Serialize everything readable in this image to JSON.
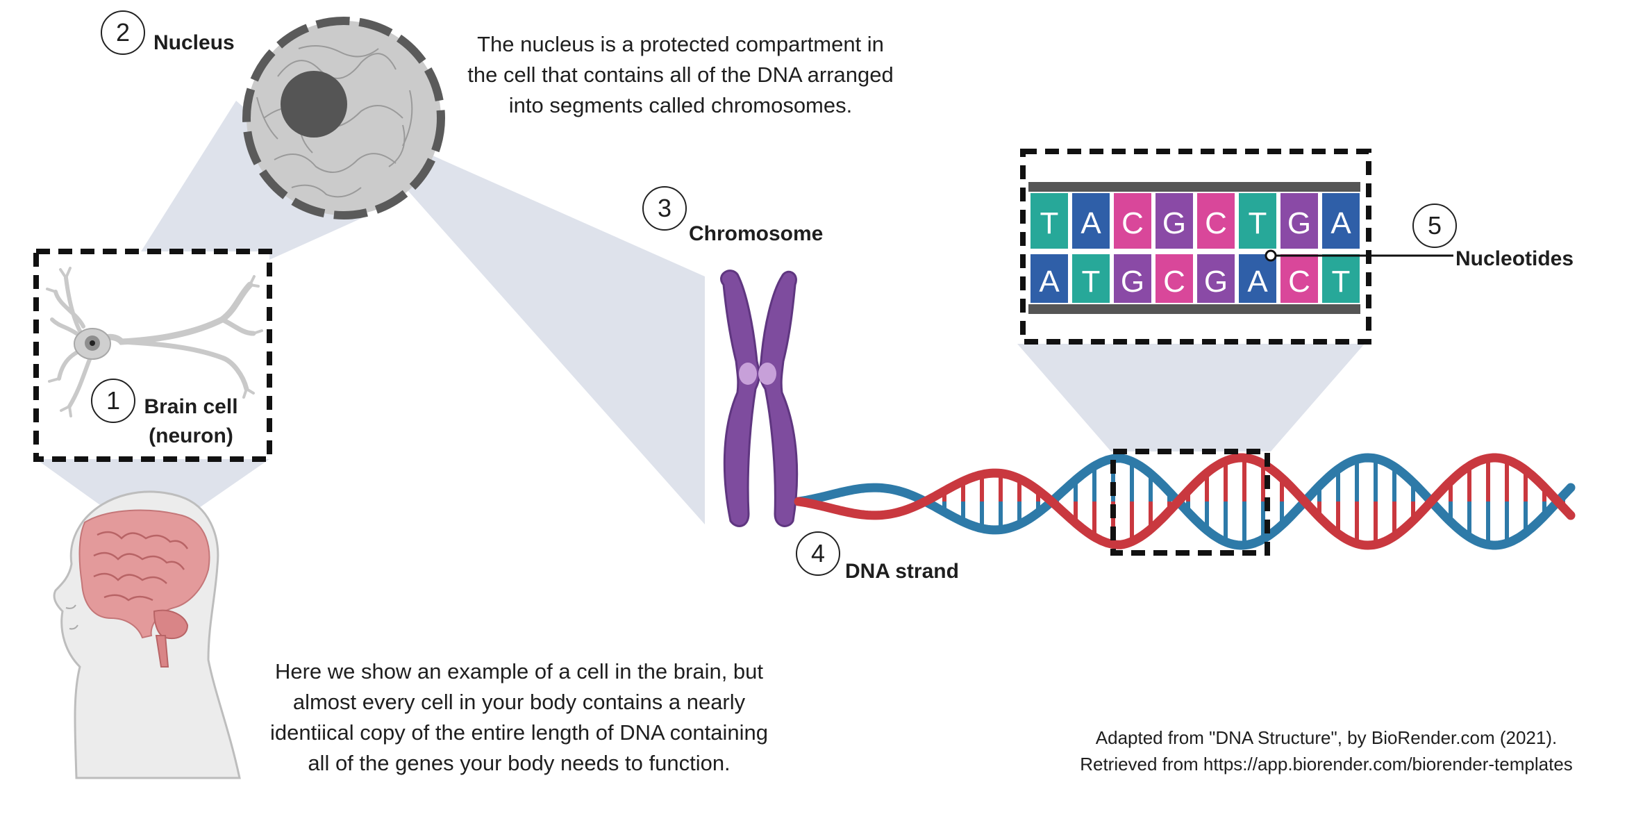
{
  "labels": {
    "step1": {
      "number": "1",
      "title_line1": "Brain cell",
      "title_line2": "(neuron)"
    },
    "step2": {
      "number": "2",
      "title": "Nucleus"
    },
    "step3": {
      "number": "3",
      "title": "Chromosome"
    },
    "step4": {
      "number": "4",
      "title": "DNA strand"
    },
    "step5": {
      "number": "5",
      "title": "Nucleotides"
    }
  },
  "nucleus_description": {
    "line1": "The nucleus is a protected  compartment in",
    "line2": "the cell that contains all of the DNA arranged",
    "line3": "into segments called  chromosomes."
  },
  "body_description": {
    "line1": "Here we show an example of a cell in the brain, but",
    "line2": "almost every cell in your body contains a nearly",
    "line3": "identiical copy of the entire length of DNA containing",
    "line4": "all of the genes your body needs to function."
  },
  "citation": {
    "line1": "Adapted from \"DNA Structure\", by BioRender.com (2021).",
    "line2": "Retrieved from https://app.biorender.com/biorender-templates"
  },
  "nucleotides": {
    "top": [
      "T",
      "A",
      "C",
      "G",
      "C",
      "T",
      "G",
      "A"
    ],
    "bottom": [
      "A",
      "T",
      "G",
      "C",
      "G",
      "A",
      "C",
      "T"
    ]
  },
  "colors": {
    "A": "#2f5fa8",
    "T": "#27a899",
    "C": "#d9479a",
    "G": "#8a4aa6",
    "chromosome": "#7e4c9e",
    "dna_red": "#c9383f",
    "dna_blue": "#2e7aa8",
    "zoom_fill": "#d8dde8",
    "brain": "#e39a9b"
  }
}
